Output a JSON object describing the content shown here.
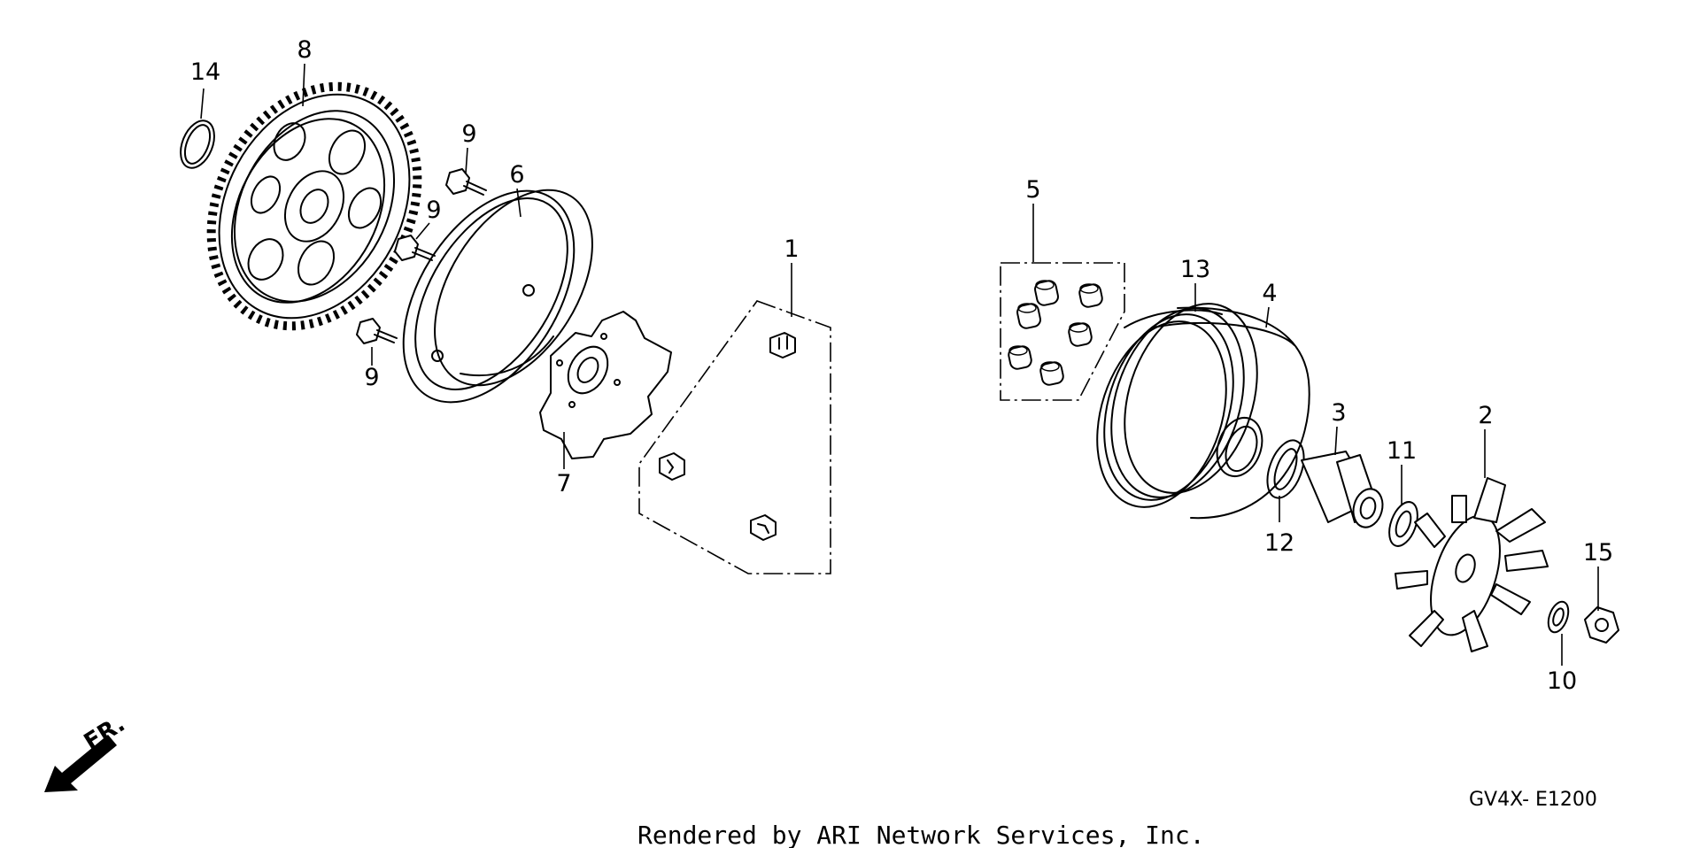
{
  "diagram": {
    "callouts": {
      "p1": "1",
      "p2": "2",
      "p3": "3",
      "p4": "4",
      "p5": "5",
      "p6": "6",
      "p7": "7",
      "p8": "8",
      "p9a": "9",
      "p9b": "9",
      "p9c": "9",
      "p10": "10",
      "p11": "11",
      "p12": "12",
      "p13": "13",
      "p14": "14",
      "p15": "15"
    },
    "direction_label": "FR.",
    "diagram_code": "GV4X- E1200",
    "credit": "Rendered by ARI Network Services, Inc."
  }
}
